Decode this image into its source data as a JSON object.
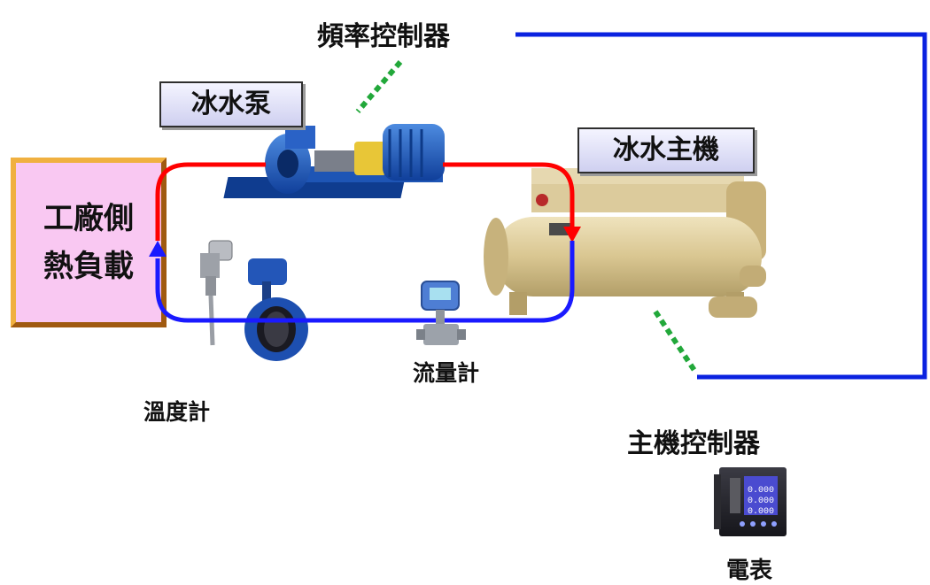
{
  "labels": {
    "frequency_controller": "頻率控制器",
    "chilled_water_pump": "冰水泵",
    "chiller": "冰水主機",
    "load_line1": "工廠側",
    "load_line2": "熱負載",
    "flow_meter": "流量計",
    "temperature_meter": "溫度計",
    "chiller_controller": "主機控制器",
    "power_meter": "電表",
    "meter_display": "0.000"
  },
  "colors": {
    "supply_line": "#ff0000",
    "return_line": "#1a1aff",
    "signal_line": "#0a22e0",
    "comm_line": "#22a83a"
  },
  "icons": [
    "pump-icon",
    "chiller-icon",
    "temperature-sensor-icon",
    "butterfly-valve-icon",
    "flow-meter-icon",
    "power-meter-icon"
  ]
}
